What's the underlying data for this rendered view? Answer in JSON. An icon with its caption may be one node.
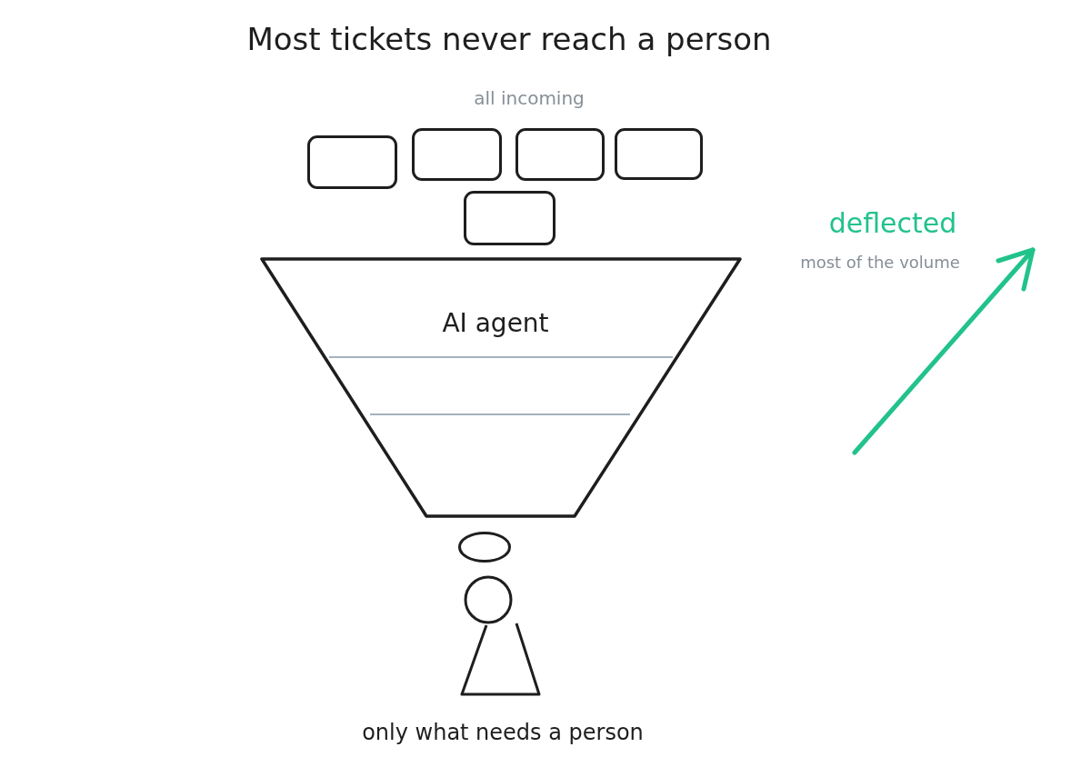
{
  "diagram": {
    "title": "Most tickets never reach a person",
    "nodes": [
      {
        "text": [],
        "shape": "box"
      },
      {
        "text": [],
        "shape": "box"
      },
      {
        "text": [],
        "shape": "box"
      },
      {
        "text": [],
        "shape": "box"
      },
      {
        "text": [],
        "shape": "box"
      },
      {
        "text": [
          "AI agent"
        ]
      },
      {
        "text": [],
        "shape": "ellipse"
      },
      {
        "text": [],
        "shape": "person"
      }
    ],
    "labels": [
      "all incoming",
      "deflected",
      "most of the volume",
      "only what needs a person"
    ]
  }
}
